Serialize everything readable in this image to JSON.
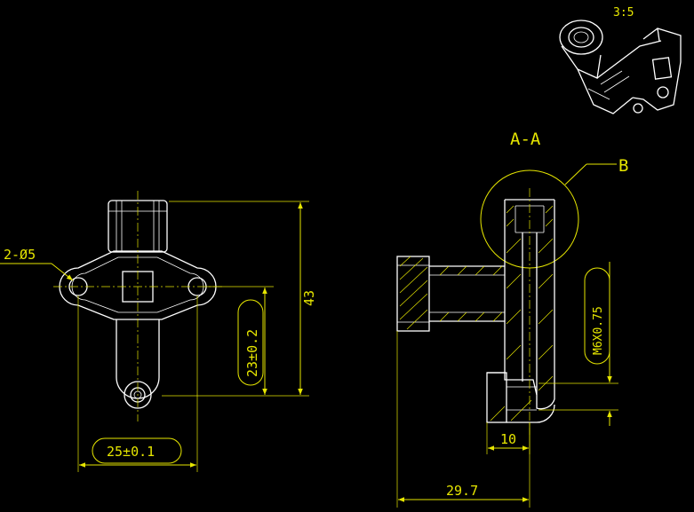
{
  "scale": "3:5",
  "section_title": "A-A",
  "detail_label": "B",
  "dimensions": {
    "holes": "2-Ø5",
    "height_total": "43",
    "height_center": "23±0.2",
    "width_holes": "25±0.1",
    "thread": "M6X0.75",
    "depth_10": "10",
    "length_total": "29.7"
  },
  "colors": {
    "background": "#000000",
    "outline": "#ffffff",
    "dimension": "#e6e600"
  }
}
